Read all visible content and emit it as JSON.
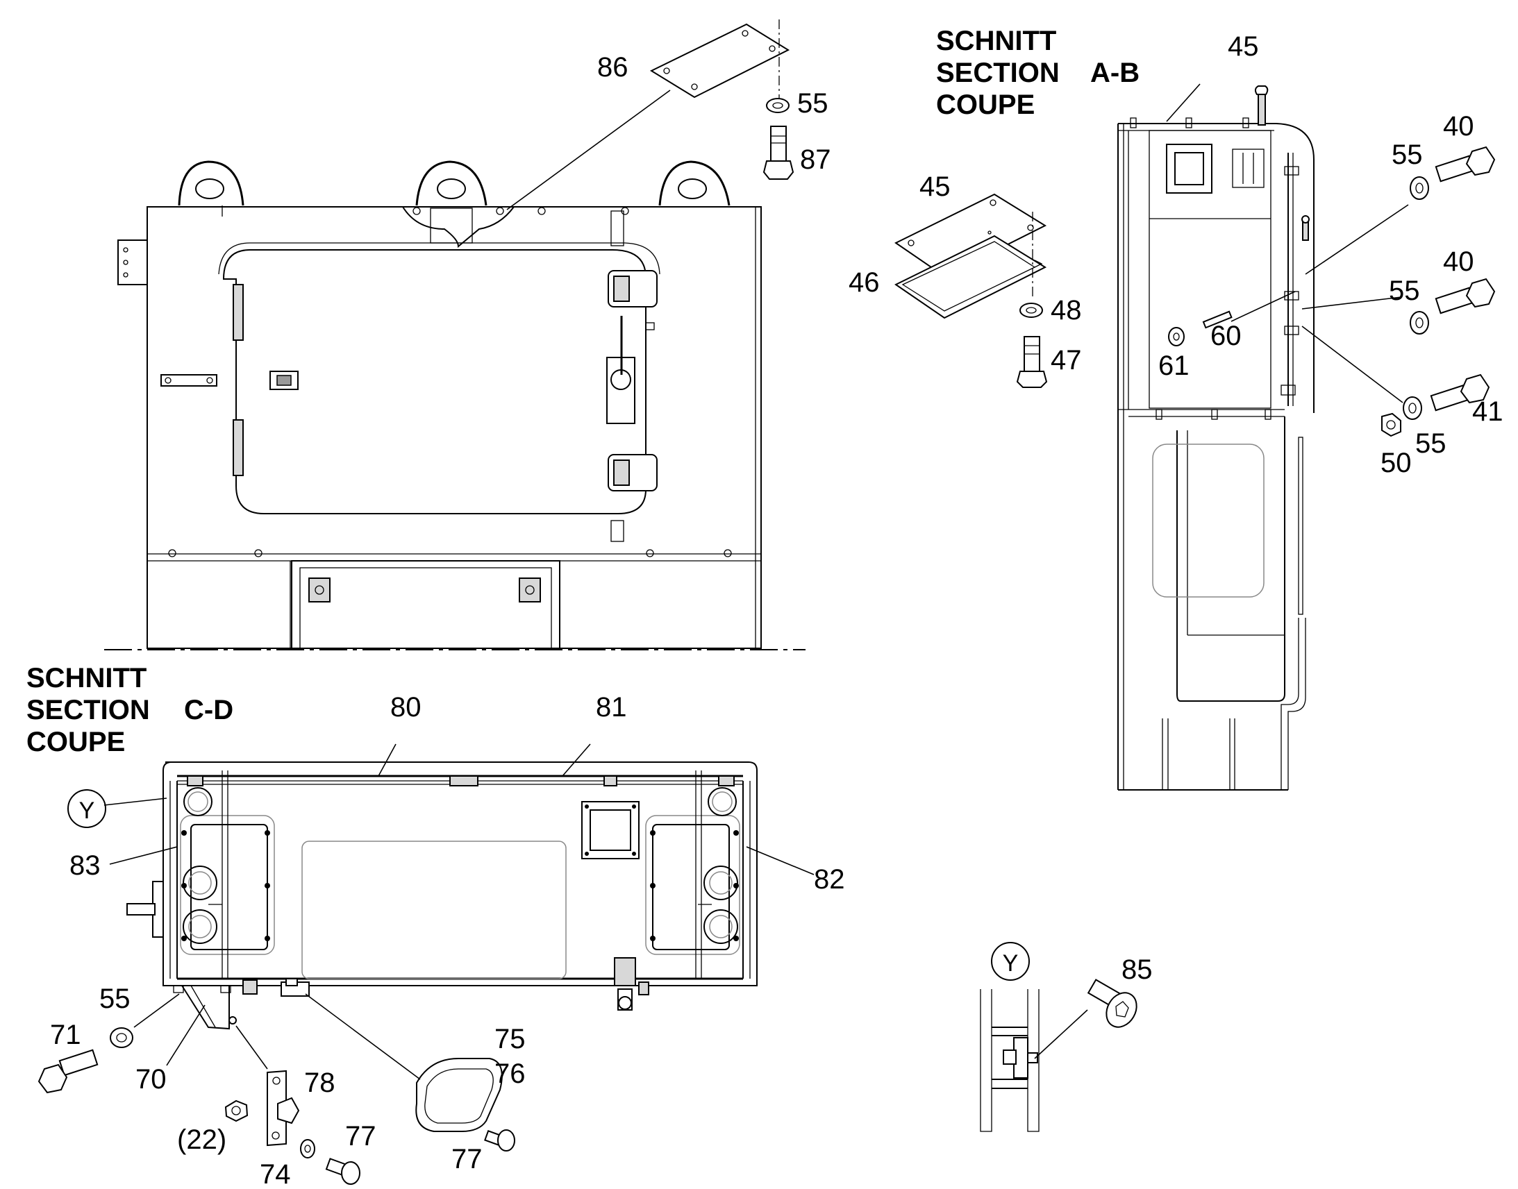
{
  "headings": {
    "ab": {
      "line1": "SCHNITT",
      "line2": "SECTION",
      "line3": "COUPE",
      "code": "A-B"
    },
    "cd": {
      "line1": "SCHNITT",
      "line2": "SECTION",
      "line3": "COUPE",
      "code": "C-D"
    }
  },
  "parts": {
    "p86": "86",
    "p55_top": "55",
    "p87": "87",
    "p45_cover": "45",
    "p46": "46",
    "p48": "48",
    "p47": "47",
    "p45_section": "45",
    "p40_a": "40",
    "p55_a": "55",
    "p40_b": "40",
    "p55_b": "55",
    "p41": "41",
    "p55_c": "55",
    "p50": "50",
    "p60": "60",
    "p61": "61",
    "p80": "80",
    "p81": "81",
    "p82": "82",
    "p83": "83",
    "p55_bl": "55",
    "p71": "71",
    "p70": "70",
    "p78": "78",
    "p22": "(22)",
    "p74": "74",
    "p77_a": "77",
    "p75": "75",
    "p76": "76",
    "p77_b": "77",
    "p85": "85"
  },
  "detail_markers": {
    "y_main": "Y",
    "y_detail": "Y"
  }
}
